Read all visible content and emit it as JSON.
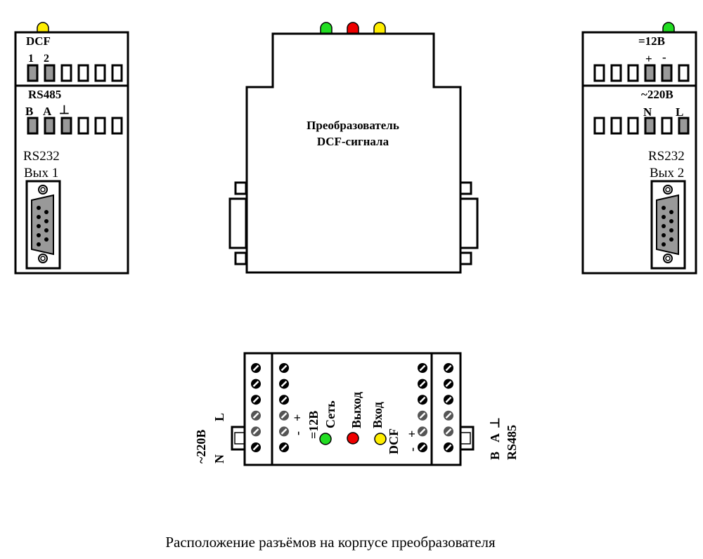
{
  "colors": {
    "led_green": "#22dd22",
    "led_red": "#ee0000",
    "led_yellow": "#ffee00",
    "terminal_used": "#999999"
  },
  "left_panel": {
    "dcf_label": "DCF",
    "dcf_pins": [
      "1",
      "2"
    ],
    "rs485_label": "RS485",
    "rs485_pins": [
      "B",
      "A",
      "⊥"
    ],
    "rs232_label": "RS232",
    "output_label": "Вых 1"
  },
  "center_panel": {
    "title_line1": "Преобразователь",
    "title_line2": "DCF-сигнала"
  },
  "right_panel": {
    "dc_label": "=12В",
    "dc_pins": [
      "+",
      "-"
    ],
    "ac_label": "~220В",
    "ac_pins": [
      "N",
      "L"
    ],
    "rs232_label": "RS232",
    "output_label": "Вых 2"
  },
  "bottom_panel": {
    "ac_label": "~220В",
    "ac_pins": [
      "N",
      "L"
    ],
    "dc_label": "=12В",
    "dc_pins": [
      "+",
      "-"
    ],
    "led_labels": [
      "Сеть",
      "Выход",
      "Вход"
    ],
    "dcf_label": "DCF",
    "dcf_pins": [
      "+",
      "-"
    ],
    "rs485_label": "RS485",
    "rs485_pins": [
      "B",
      "A",
      "⊥"
    ]
  },
  "caption": "Расположение разъёмов на корпусе преобразователя"
}
